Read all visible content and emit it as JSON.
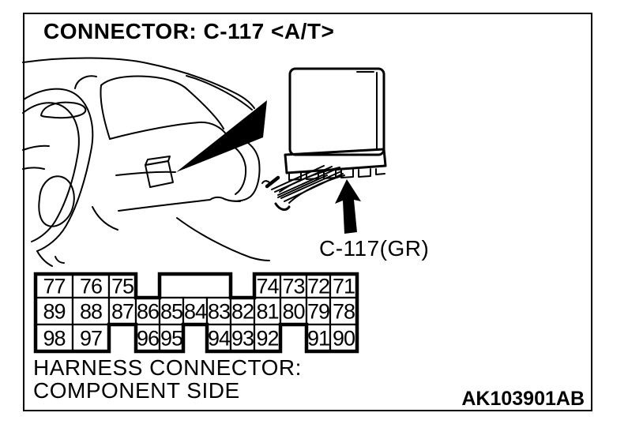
{
  "title": "CONNECTOR: C-117 <A/T>",
  "connector_label": "C-117(GR)",
  "caption": {
    "line1": "HARNESS CONNECTOR:",
    "line2": "COMPONENT SIDE"
  },
  "figure_id": "AK103901AB",
  "colors": {
    "ink": "#000000",
    "paper": "#ffffff"
  },
  "icons": [
    {
      "name": "callout-triangle-icon",
      "meaning": "pointer from connector location on dashboard to enlarged connector drawing"
    },
    {
      "name": "up-arrow-icon",
      "meaning": "arrow pointing at connector C-117"
    }
  ],
  "pin_grid": {
    "description": "connector pin cavity layout, component side",
    "rows": [
      {
        "cells": [
          {
            "label": "77",
            "col": 0
          },
          {
            "label": "76",
            "col": 1
          },
          {
            "label": "75",
            "col": 2
          },
          {
            "label": "",
            "col": 4,
            "span": 3
          },
          {
            "label": "74",
            "col": 8
          },
          {
            "label": "73",
            "col": 9
          },
          {
            "label": "72",
            "col": 10
          },
          {
            "label": "71",
            "col": 11
          }
        ]
      },
      {
        "cells": [
          {
            "label": "89",
            "col": 0
          },
          {
            "label": "88",
            "col": 1
          },
          {
            "label": "87",
            "col": 2
          },
          {
            "label": "86",
            "col": 3
          },
          {
            "label": "85",
            "col": 4
          },
          {
            "label": "84",
            "col": 5
          },
          {
            "label": "83",
            "col": 6
          },
          {
            "label": "82",
            "col": 7
          },
          {
            "label": "81",
            "col": 8
          },
          {
            "label": "80",
            "col": 9
          },
          {
            "label": "79",
            "col": 10
          },
          {
            "label": "78",
            "col": 11
          }
        ]
      },
      {
        "cells": [
          {
            "label": "98",
            "col": 0
          },
          {
            "label": "97",
            "col": 1
          },
          {
            "label": "96",
            "col": 3
          },
          {
            "label": "95",
            "col": 4
          },
          {
            "label": "94",
            "col": 6
          },
          {
            "label": "93",
            "col": 7
          },
          {
            "label": "92",
            "col": 8
          },
          {
            "label": "91",
            "col": 10
          },
          {
            "label": "90",
            "col": 11
          }
        ]
      }
    ]
  }
}
